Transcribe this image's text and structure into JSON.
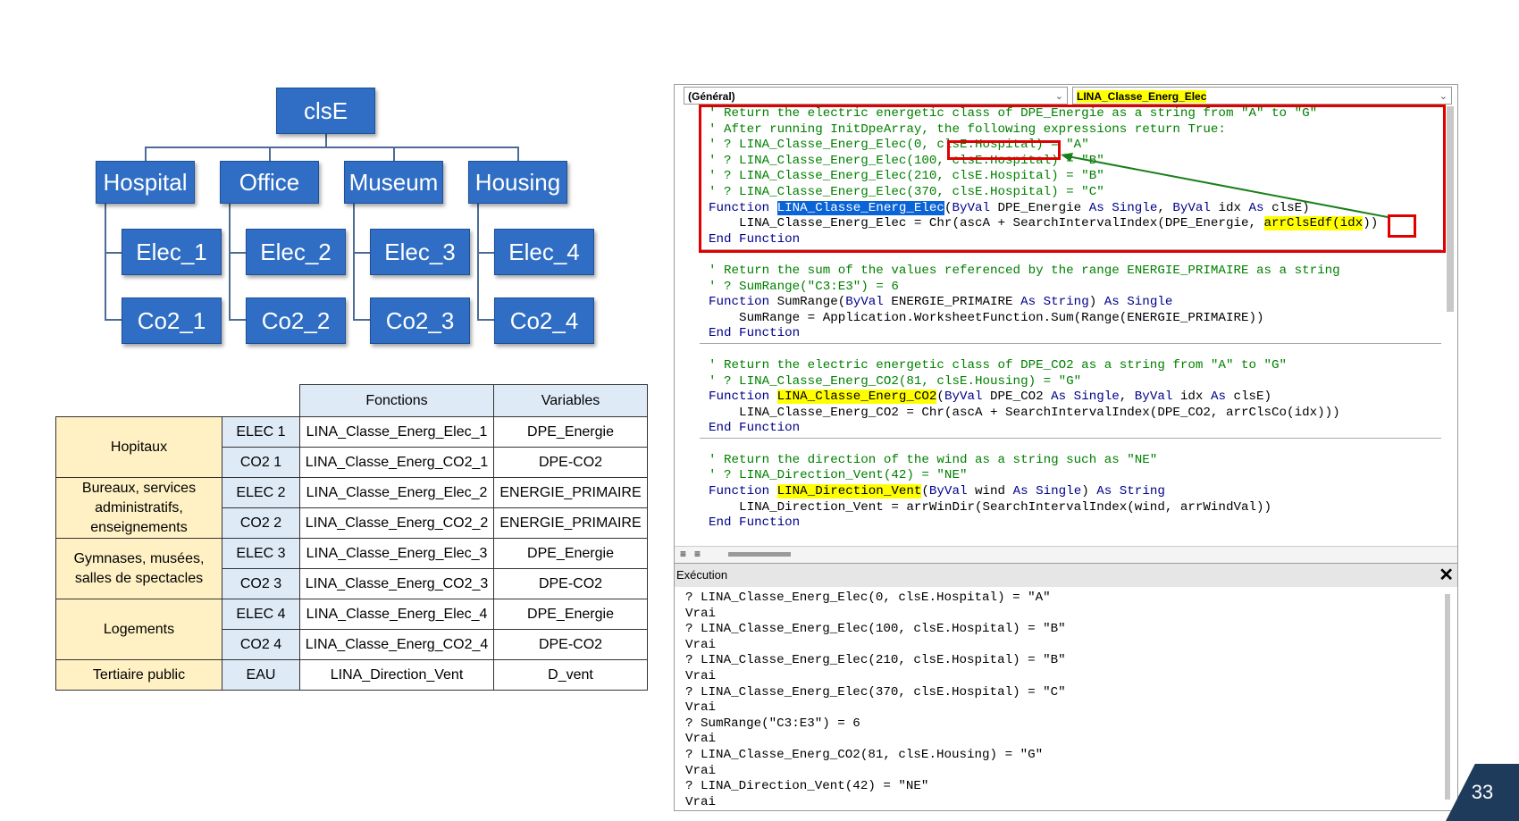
{
  "org_chart": {
    "root": "clsE",
    "columns": [
      {
        "name": "Hospital",
        "elec": "Elec_1",
        "co2": "Co2_1"
      },
      {
        "name": "Office",
        "elec": "Elec_2",
        "co2": "Co2_2"
      },
      {
        "name": "Museum",
        "elec": "Elec_3",
        "co2": "Co2_3"
      },
      {
        "name": "Housing",
        "elec": "Elec_4",
        "co2": "Co2_4"
      }
    ]
  },
  "table": {
    "headers": {
      "functions": "Fonctions",
      "variables": "Variables"
    },
    "groups": [
      {
        "label": "Hopitaux",
        "rows": [
          {
            "code": "ELEC 1",
            "function": "LINA_Classe_Energ_Elec_1",
            "variable": "DPE_Energie"
          },
          {
            "code": "CO2 1",
            "function": "LINA_Classe_Energ_CO2_1",
            "variable": "DPE-CO2"
          }
        ]
      },
      {
        "label": "Bureaux, services administratifs, enseignements",
        "rows": [
          {
            "code": "ELEC 2",
            "function": "LINA_Classe_Energ_Elec_2",
            "variable": "ENERGIE_PRIMAIRE"
          },
          {
            "code": "CO2 2",
            "function": "LINA_Classe_Energ_CO2_2",
            "variable": "ENERGIE_PRIMAIRE"
          }
        ]
      },
      {
        "label": "Gymnases, musées, salles de spectacles",
        "rows": [
          {
            "code": "ELEC 3",
            "function": "LINA_Classe_Energ_Elec_3",
            "variable": "DPE_Energie"
          },
          {
            "code": "CO2 3",
            "function": "LINA_Classe_Energ_CO2_3",
            "variable": "DPE-CO2"
          }
        ]
      },
      {
        "label": "Logements",
        "rows": [
          {
            "code": "ELEC 4",
            "function": "LINA_Classe_Energ_Elec_4",
            "variable": "DPE_Energie"
          },
          {
            "code": "CO2 4",
            "function": "LINA_Classe_Energ_CO2_4",
            "variable": "DPE-CO2"
          }
        ]
      },
      {
        "label": "Tertiaire public",
        "rows": [
          {
            "code": "EAU",
            "function": "LINA_Direction_Vent",
            "variable": "D_vent"
          }
        ]
      }
    ]
  },
  "editor": {
    "object_combo": "(Général)",
    "procedure_combo": "LINA_Classe_Energ_Elec",
    "code": {
      "l1": "' Return the electric energetic class of DPE_Energie as a string from \"A\" to \"G\"",
      "l2": "' After running InitDpeArray, the following expressions return True:",
      "l3a": "' ? LINA_Classe_Energ_Elec(0, ",
      "l3b": "clsE.Hospital",
      "l3c": ") = \"A\"",
      "l4": "' ? LINA_Classe_Energ_Elec(100, clsE.Hospital) = \"B\"",
      "l5": "' ? LINA_Classe_Energ_Elec(210, clsE.Hospital) = \"B\"",
      "l6": "' ? LINA_Classe_Energ_Elec(370, clsE.Hospital) = \"C\"",
      "l7a": "Function ",
      "l7b": "LINA_Classe_Energ_Elec",
      "l7c": "(",
      "l7d": "ByVal",
      "l7e": " DPE_Energie ",
      "l7f": "As Single",
      "l7g": ", ",
      "l7h": "ByVal",
      "l7i": " idx ",
      "l7j": "As",
      "l7k": " clsE)",
      "l8a": "    LINA_Classe_Energ_Elec = Chr(ascA + SearchIntervalIndex(DPE_Energie, ",
      "l8b": "arrClsEdf(",
      "l8c": "idx",
      "l8d": "))",
      "l9": "End Function",
      "s1": "' Return the sum of the values referenced by the range ENERGIE_PRIMAIRE as a string",
      "s2": "' ? SumRange(\"C3:E3\") = 6",
      "s3a": "Function ",
      "s3b": "SumRange(",
      "s3c": "ByVal",
      "s3d": " ENERGIE_PRIMAIRE ",
      "s3e": "As String",
      "s3f": ") ",
      "s3g": "As Single",
      "s4": "    SumRange = Application.WorksheetFunction.Sum(Range(ENERGIE_PRIMAIRE))",
      "s5": "End Function",
      "c1": "' Return the electric energetic class of DPE_CO2 as a string from \"A\" to \"G\"",
      "c2": "' ? LINA_Classe_Energ_CO2(81, clsE.Housing) = \"G\"",
      "c3a": "Function ",
      "c3b": "LINA_Classe_Energ_CO2",
      "c3c": "(",
      "c3d": "ByVal",
      "c3e": " DPE_CO2 ",
      "c3f": "As Single",
      "c3g": ", ",
      "c3h": "ByVal",
      "c3i": " idx ",
      "c3j": "As",
      "c3k": " clsE)",
      "c4": "    LINA_Classe_Energ_CO2 = Chr(ascA + SearchIntervalIndex(DPE_CO2, arrClsCo(idx)))",
      "c5": "End Function",
      "w1": "' Return the direction of the wind as a string such as \"NE\"",
      "w2": "' ? LINA_Direction_Vent(42) = \"NE\"",
      "w3a": "Function ",
      "w3b": "LINA_Direction_Vent",
      "w3c": "(",
      "w3d": "ByVal",
      "w3e": " wind ",
      "w3f": "As Single",
      "w3g": ") ",
      "w3h": "As String",
      "w4": "    LINA_Direction_Vent = arrWinDir(SearchIntervalIndex(wind, arrWindVal))",
      "w5": "End Function"
    }
  },
  "execution": {
    "title": "Exécution",
    "close": "✕",
    "lines": [
      "? LINA_Classe_Energ_Elec(0, clsE.Hospital) = \"A\"",
      "Vrai",
      "? LINA_Classe_Energ_Elec(100, clsE.Hospital) = \"B\"",
      "Vrai",
      "? LINA_Classe_Energ_Elec(210, clsE.Hospital) = \"B\"",
      "Vrai",
      "? LINA_Classe_Energ_Elec(370, clsE.Hospital) = \"C\"",
      "Vrai",
      "? SumRange(\"C3:E3\") = 6",
      "Vrai",
      "? LINA_Classe_Energ_CO2(81, clsE.Housing) = \"G\"",
      "Vrai",
      "? LINA_Direction_Vent(42) = \"NE\"",
      "Vrai"
    ]
  },
  "page_number": "33"
}
